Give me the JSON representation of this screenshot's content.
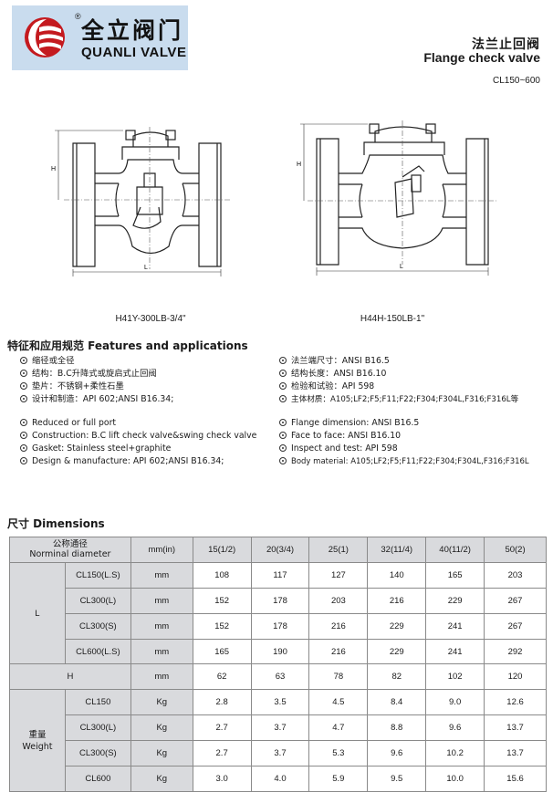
{
  "brand": {
    "name_cn": "全立阀门",
    "name_en": "QUANLI VALVE",
    "registered": "®"
  },
  "title": {
    "cn": "法兰止回阀",
    "en": "Flange check valve",
    "class_range": "CL150~600"
  },
  "drawings": {
    "left_caption": "H41Y-300LB-3/4\"",
    "right_caption": "H44H-150LB-1\"",
    "dim_h": "H",
    "dim_l": "L"
  },
  "features": {
    "heading": "特征和应用规范 Features and applications",
    "left_cn": [
      "缩径或全径",
      "结构：B.C升降式或旋启式止回阀",
      "垫片：不锈钢+柔性石墨",
      "设计和制造：API 602;ANSI B16.34;"
    ],
    "right_cn": [
      "法兰端尺寸：ANSI B16.5",
      "结构长度：ANSI B16.10",
      "检验和试验：API 598",
      "主体材质：A105;LF2;F5;F11;F22;F304;F304L,F316;F316L等"
    ],
    "left_en": [
      "Reduced or full port",
      "Construction: B.C lift check valve&swing check valve",
      "Gasket: Stainless steel+graphite",
      "Design & manufacture: API 602;ANSI B16.34;"
    ],
    "right_en": [
      "Flange dimension: ANSI B16.5",
      "Face to face: ANSI B16.10",
      "Inspect and test: API 598",
      "Body material: A105;LF2;F5;F11;F22;F304;F304L,F316;F316L"
    ]
  },
  "dimensions": {
    "heading": "尺寸 Dimensions",
    "nominal_cn": "公称通径",
    "nominal_en": "Norminal diameter",
    "unit_header": "mm(in)",
    "sizes": [
      "15(1/2)",
      "20(3/4)",
      "25(1)",
      "32(11/4)",
      "40(11/2)",
      "50(2)"
    ],
    "L": {
      "label": "L",
      "rows": [
        {
          "cls": "CL150(L.S)",
          "unit": "mm",
          "values": [
            "108",
            "117",
            "127",
            "140",
            "165",
            "203"
          ]
        },
        {
          "cls": "CL300(L)",
          "unit": "mm",
          "values": [
            "152",
            "178",
            "203",
            "216",
            "229",
            "267"
          ]
        },
        {
          "cls": "CL300(S)",
          "unit": "mm",
          "values": [
            "152",
            "178",
            "216",
            "229",
            "241",
            "267"
          ]
        },
        {
          "cls": "CL600(L.S)",
          "unit": "mm",
          "values": [
            "165",
            "190",
            "216",
            "229",
            "241",
            "292"
          ]
        }
      ]
    },
    "H": {
      "label": "H",
      "unit": "mm",
      "values": [
        "62",
        "63",
        "78",
        "82",
        "102",
        "120"
      ]
    },
    "weight": {
      "label_cn": "重量",
      "label_en": "Weight",
      "rows": [
        {
          "cls": "CL150",
          "unit": "Kg",
          "values": [
            "2.8",
            "3.5",
            "4.5",
            "8.4",
            "9.0",
            "12.6"
          ]
        },
        {
          "cls": "CL300(L)",
          "unit": "Kg",
          "values": [
            "2.7",
            "3.7",
            "4.7",
            "8.8",
            "9.6",
            "13.7"
          ]
        },
        {
          "cls": "CL300(S)",
          "unit": "Kg",
          "values": [
            "2.7",
            "3.7",
            "5.3",
            "9.6",
            "10.2",
            "13.7"
          ]
        },
        {
          "cls": "CL600",
          "unit": "Kg",
          "values": [
            "3.0",
            "4.0",
            "5.9",
            "9.5",
            "10.0",
            "15.6"
          ]
        }
      ]
    }
  }
}
